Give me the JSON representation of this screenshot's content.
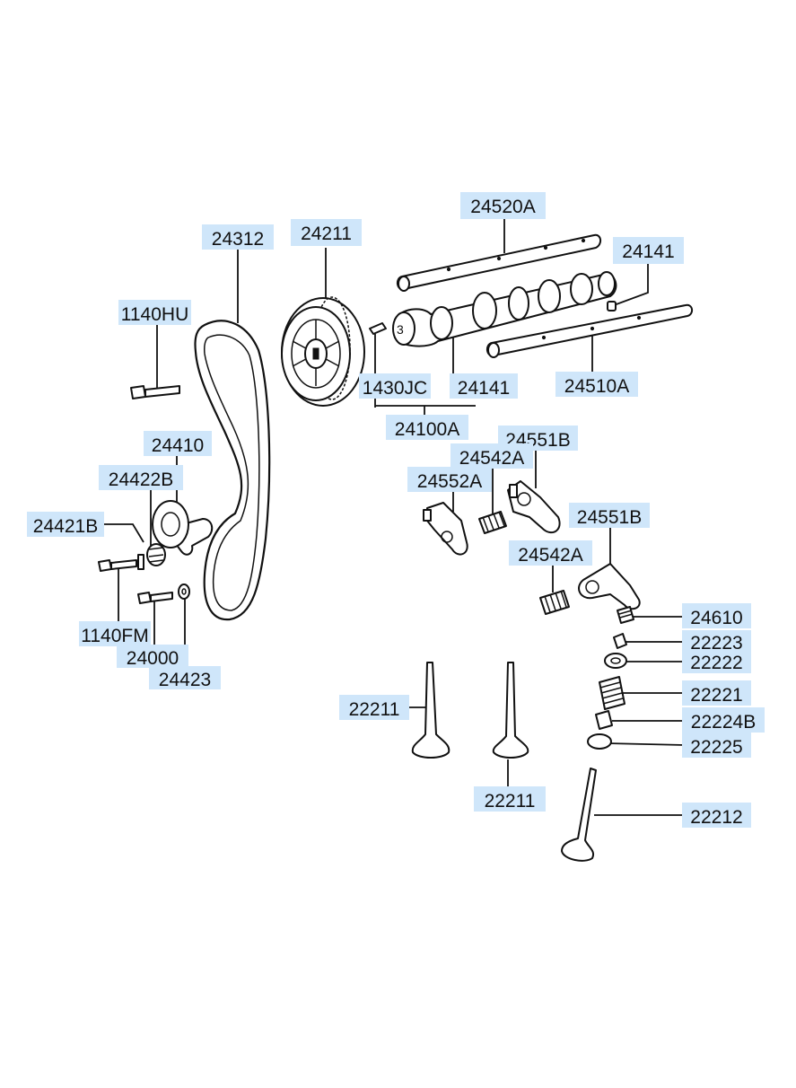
{
  "parts": [
    {
      "id": "p24520A",
      "label": "24520A"
    },
    {
      "id": "p24312",
      "label": "24312"
    },
    {
      "id": "p24211",
      "label": "24211"
    },
    {
      "id": "p24141a",
      "label": "24141"
    },
    {
      "id": "p1140HU",
      "label": "1140HU"
    },
    {
      "id": "p1430JC",
      "label": "1430JC"
    },
    {
      "id": "p24141b",
      "label": "24141"
    },
    {
      "id": "p24510A",
      "label": "24510A"
    },
    {
      "id": "p24100A",
      "label": "24100A"
    },
    {
      "id": "p24410",
      "label": "24410"
    },
    {
      "id": "p24551Ba",
      "label": "24551B"
    },
    {
      "id": "p24542Aa",
      "label": "24542A"
    },
    {
      "id": "p24422B",
      "label": "24422B"
    },
    {
      "id": "p24552A",
      "label": "24552A"
    },
    {
      "id": "p24421B",
      "label": "24421B"
    },
    {
      "id": "p24551Bb",
      "label": "24551B"
    },
    {
      "id": "p24542Ab",
      "label": "24542A"
    },
    {
      "id": "p1140FM",
      "label": "1140FM"
    },
    {
      "id": "p24610",
      "label": "24610"
    },
    {
      "id": "p24000",
      "label": "24000"
    },
    {
      "id": "p22223",
      "label": "22223"
    },
    {
      "id": "p22222",
      "label": "22222"
    },
    {
      "id": "p24423",
      "label": "24423"
    },
    {
      "id": "p22211a",
      "label": "22211"
    },
    {
      "id": "p22221",
      "label": "22221"
    },
    {
      "id": "p22224B",
      "label": "22224B"
    },
    {
      "id": "p22225",
      "label": "22225"
    },
    {
      "id": "p22211b",
      "label": "22211"
    },
    {
      "id": "p22212",
      "label": "22212"
    }
  ]
}
